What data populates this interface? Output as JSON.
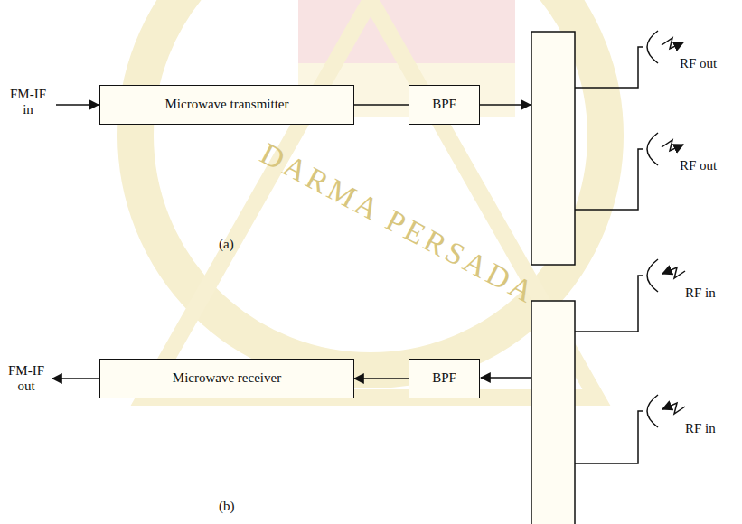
{
  "diagram": {
    "nodes": [
      {
        "text": [
          "Microwave transmitter"
        ]
      },
      {
        "text": [
          "BPF"
        ]
      },
      {
        "text": [
          "Microwave receiver"
        ]
      },
      {
        "text": [
          "BPF"
        ]
      }
    ],
    "edges": [
      {
        "from": 0,
        "to": 1,
        "arrow": "none"
      },
      {
        "from": 3,
        "to": 2,
        "arrow": "to"
      }
    ],
    "labels": [
      "FM-IF in",
      "RF out",
      "RF out",
      "(a)",
      "RF in",
      "RF in",
      "FM-IF out",
      "(b)",
      "DARMA PERSADA"
    ]
  }
}
